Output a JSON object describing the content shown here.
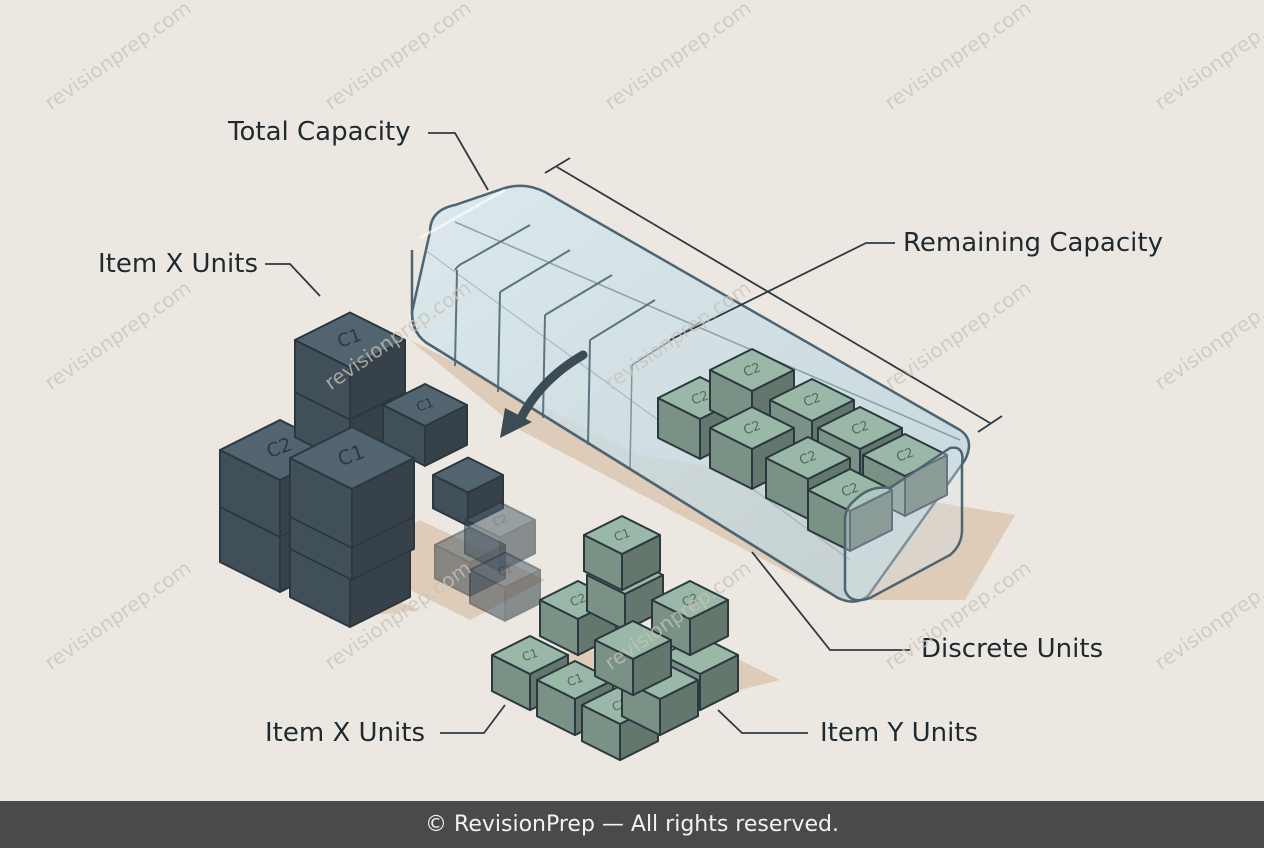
{
  "labels": {
    "total_capacity": "Total Capacity",
    "remaining_capacity": "Remaining Capacity",
    "item_x_units_top": "Item X Units",
    "item_x_units_bottom": "Item X Units",
    "item_y_units": "Item Y Units",
    "discrete_units": "Discrete Units"
  },
  "cube_codes": {
    "c1": "C1",
    "c2": "C2"
  },
  "watermark": "revisionprep.com",
  "footer": {
    "text": "© RevisionPrep — All rights reserved."
  },
  "colors": {
    "background": "#ece8e1",
    "dark_cube": "#4d5d69",
    "green_cube": "#8faa9c",
    "glass": "#c9dde4",
    "shadow": "#d8bfa6",
    "footer_bg": "#4a4a4c"
  }
}
